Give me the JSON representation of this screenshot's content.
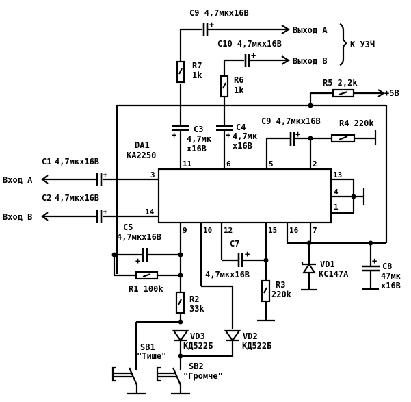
{
  "title": "KA2250 volume control circuit",
  "ic": {
    "ref": "DA1",
    "part": "KA2250",
    "pins": {
      "p3": "3",
      "p14": "14",
      "p11": "11",
      "p6": "6",
      "p5": "5",
      "p2": "2",
      "p13": "13",
      "p4": "4",
      "p1": "1",
      "p9": "9",
      "p10": "10",
      "p12": "12",
      "p15": "15",
      "p16": "16",
      "p7": "7"
    }
  },
  "inputs": {
    "a": "Вход А",
    "b": "Вход В"
  },
  "outputs": {
    "a": "Выход А",
    "b": "Выход В",
    "group": "К УЗЧ"
  },
  "supply": "+5В",
  "components": {
    "c1": {
      "ref": "C1",
      "value": "4,7мкх16В"
    },
    "c2": {
      "ref": "C2",
      "value": "4,7мкх16В"
    },
    "c3": {
      "ref": "C3",
      "value1": "4,7мк",
      "value2": "х16В"
    },
    "c4": {
      "ref": "C4",
      "value1": "4,7мк",
      "value2": "х16В"
    },
    "c5": {
      "ref": "C5",
      "value": "4,7мкх16В"
    },
    "c7": {
      "ref": "C7",
      "value": "4,7мкх16В"
    },
    "c8": {
      "ref": "C8",
      "value1": "47мк",
      "value2": "х16В"
    },
    "c9top": {
      "label": "C9 4,7мкх16В"
    },
    "c9mid": {
      "label": "C9 4,7мкх16В"
    },
    "c10": {
      "label": "C10 4,7мкх16В"
    },
    "r1": {
      "label": "R1 100k"
    },
    "r2": {
      "ref": "R2",
      "value": "33k"
    },
    "r3": {
      "ref": "R3",
      "value": "220k"
    },
    "r4": {
      "label": "R4 220k"
    },
    "r5": {
      "label": "R5 2,2k"
    },
    "r6": {
      "ref": "R6",
      "value": "1k"
    },
    "r7": {
      "ref": "R7",
      "value": "1k"
    },
    "vd1": {
      "ref": "VD1",
      "part": "КС147А"
    },
    "vd2": {
      "ref": "VD2",
      "part": "КД522Б"
    },
    "vd3": {
      "ref": "VD3",
      "part": "КД522Б"
    },
    "sb1": {
      "ref": "SB1",
      "name": "\"Тише\""
    },
    "sb2": {
      "ref": "SB2",
      "name": "\"Громче\""
    }
  },
  "plus_sign": "+"
}
